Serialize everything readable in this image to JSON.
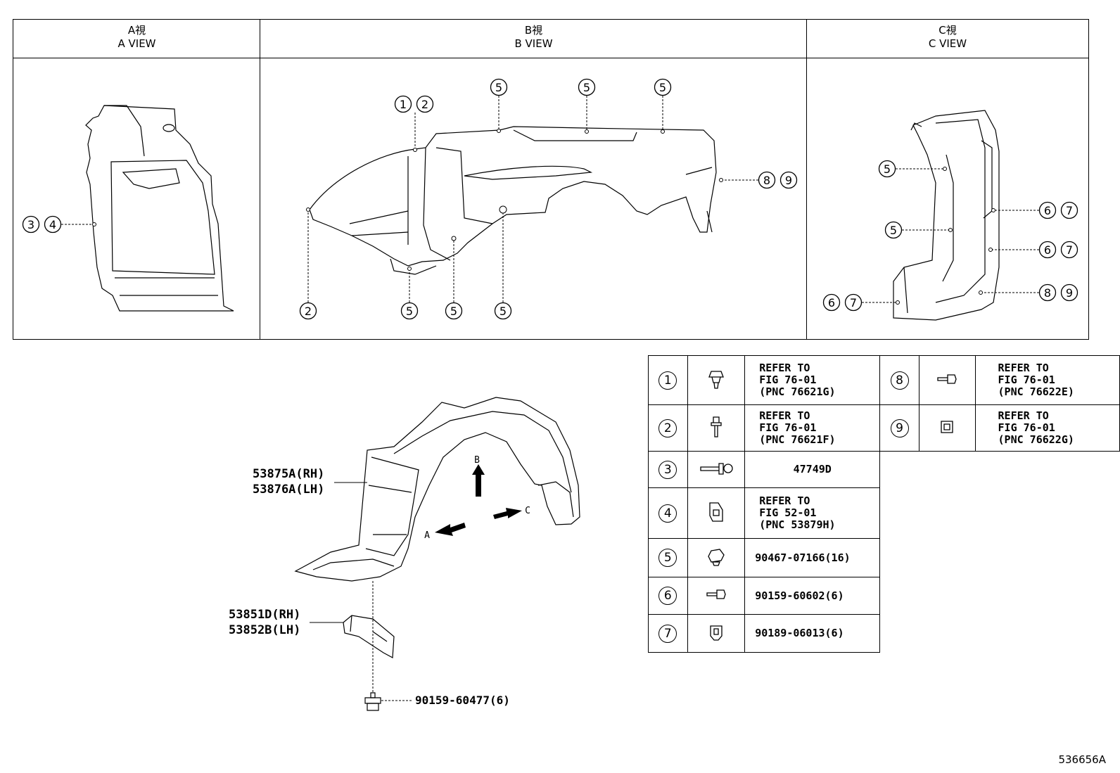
{
  "views": [
    {
      "jp": "A視",
      "en": "A VIEW"
    },
    {
      "jp": "B視",
      "en": "B VIEW"
    },
    {
      "jp": "C視",
      "en": "C VIEW"
    }
  ],
  "callouts": {
    "a_view": [
      "3",
      "4"
    ],
    "b_view_top": [
      "1",
      "2",
      "5",
      "5",
      "5",
      "8",
      "9"
    ],
    "b_view_bottom": [
      "2",
      "5",
      "5",
      "5"
    ],
    "c_view": [
      "5",
      "5",
      "6",
      "7",
      "6",
      "7",
      "6",
      "7",
      "8",
      "9"
    ]
  },
  "main": {
    "liner_label_1": "53875A(RH)",
    "liner_label_2": "53876A(LH)",
    "bracket_label_1": "53851D(RH)",
    "bracket_label_2": "53852B(LH)",
    "bolt_label": "90159-60477(6)",
    "arrow_a": "A",
    "arrow_b": "B",
    "arrow_c": "C"
  },
  "legend": {
    "rows": [
      {
        "num": "1",
        "text": "REFER TO\nFIG 76-01\n(PNC 76621G)",
        "icon": "clip-fastener-icon"
      },
      {
        "num": "2",
        "text": "REFER TO\nFIG 76-01\n(PNC 76621F)",
        "icon": "screw-icon"
      },
      {
        "num": "3",
        "text": "47749D",
        "icon": "grommet-bolt-icon"
      },
      {
        "num": "4",
        "text": "REFER TO\nFIG 52-01\n(PNC 53879H)",
        "icon": "bracket-nut-icon"
      },
      {
        "num": "5",
        "text": "90467-07166(16)",
        "icon": "push-clip-icon"
      },
      {
        "num": "6",
        "text": "90159-60602(6)",
        "icon": "bolt-icon"
      },
      {
        "num": "7",
        "text": "90189-06013(6)",
        "icon": "nut-icon"
      }
    ],
    "right_rows": [
      {
        "num": "8",
        "text": "REFER TO\nFIG 76-01\n(PNC 76622E)",
        "icon": "bolt-icon"
      },
      {
        "num": "9",
        "text": "REFER TO\nFIG 76-01\n(PNC 76622G)",
        "icon": "nut-icon"
      }
    ]
  },
  "figure_number": "536656A"
}
